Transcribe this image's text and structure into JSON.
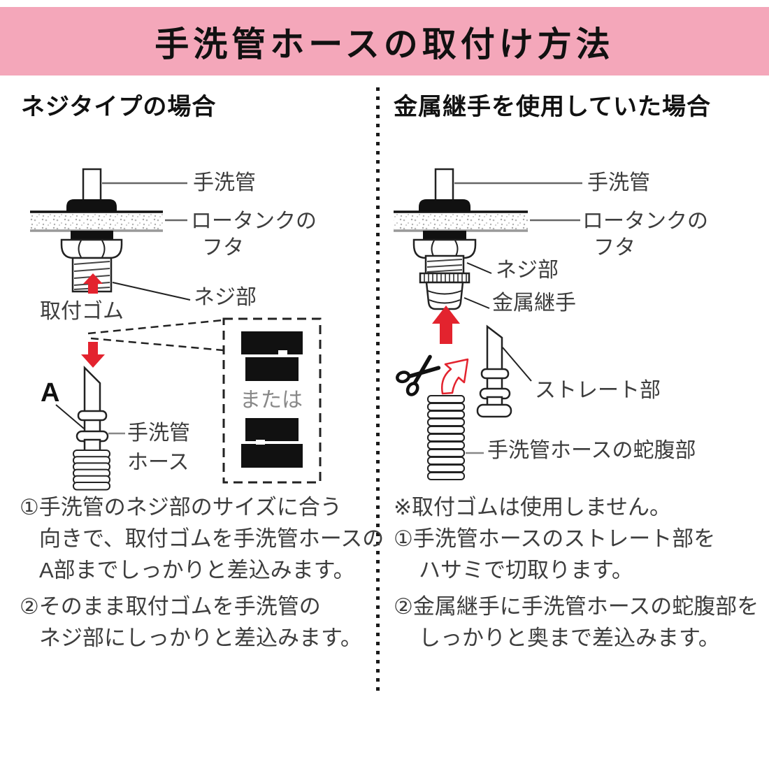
{
  "title": "手洗管ホースの取付け方法",
  "colors": {
    "banner_pink": "#F4A7BA",
    "arrow_red": "#E3232E",
    "text_dark": "#3d3d3d",
    "line_black": "#222222"
  },
  "left": {
    "heading": "ネジタイプの場合",
    "labels": {
      "pipe": "手洗管",
      "tank_lid_line1": "ロータンクの",
      "tank_lid_line2": "フタ",
      "screw_part": "ネジ部",
      "mount_rubber": "取付ゴム",
      "point_a": "A",
      "or_text": "または",
      "hose_line1": "手洗管",
      "hose_line2": "ホース"
    },
    "instructions": [
      "①手洗管のネジ部のサイズに合う",
      "向きで、取付ゴムを手洗管ホースの",
      "A部までしっかりと差込みます。",
      "②そのまま取付ゴムを手洗管の",
      "ネジ部にしっかりと差込みます。"
    ]
  },
  "right": {
    "heading": "金属継手を使用していた場合",
    "labels": {
      "pipe": "手洗管",
      "tank_lid_line1": "ロータンクの",
      "tank_lid_line2": "フタ",
      "screw_part": "ネジ部",
      "metal_joint": "金属継手",
      "straight_part": "ストレート部",
      "bellows": "手洗管ホースの蛇腹部"
    },
    "instructions": [
      "※取付ゴムは使用しません。",
      "①手洗管ホースのストレート部を",
      "ハサミで切取ります。",
      "②金属継手に手洗管ホースの蛇腹部を",
      "しっかりと奥まで差込みます。"
    ]
  }
}
